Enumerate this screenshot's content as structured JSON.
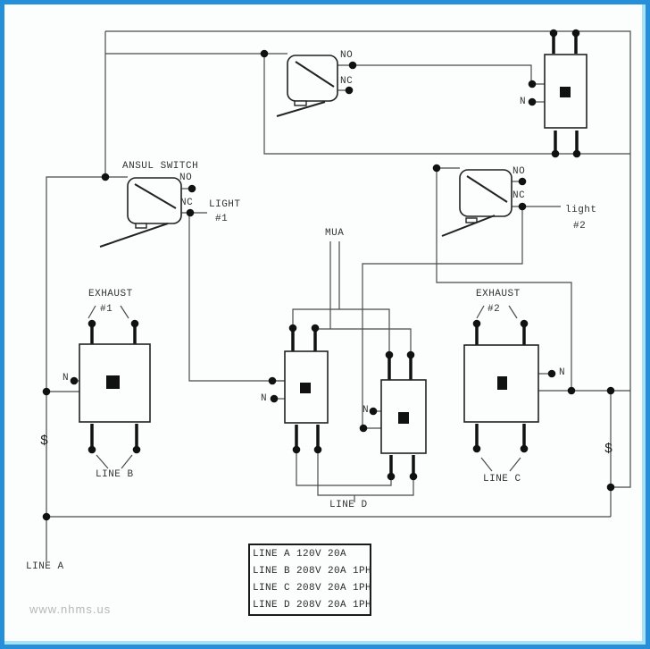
{
  "colors": {
    "frame_blue": "#2590d9",
    "frame_inner_highlight": "#a5e2f6",
    "wire": "#4a4a4a",
    "ink": "#1a1a1a",
    "label_text": "#333333",
    "watermark_text": "#b4b8ba",
    "background": "#fcfdfd"
  },
  "labels": {
    "ansul_switch": "ANSUL SWITCH",
    "no": "NO",
    "nc": "NC",
    "n": "N",
    "light1_l1": "LIGHT",
    "light1_l2": "#1",
    "light2_l1": "light",
    "light2_l2": "#2",
    "mua": "MUA",
    "exhaust": "EXHAUST",
    "exhaust1_num": "#1",
    "exhaust2_num": "#2",
    "line_a": "LINE A",
    "line_b": "LINE B",
    "line_c": "LINE C",
    "line_d": "LINE D",
    "disconnect": "$"
  },
  "legend": {
    "rows": [
      "LINE A 120V 20A",
      "LINE B 208V 20A 1PH",
      "LINE C 208V 20A 1PH",
      "LINE D 208V 20A 1PH"
    ]
  },
  "watermark": "www.nhms.us"
}
